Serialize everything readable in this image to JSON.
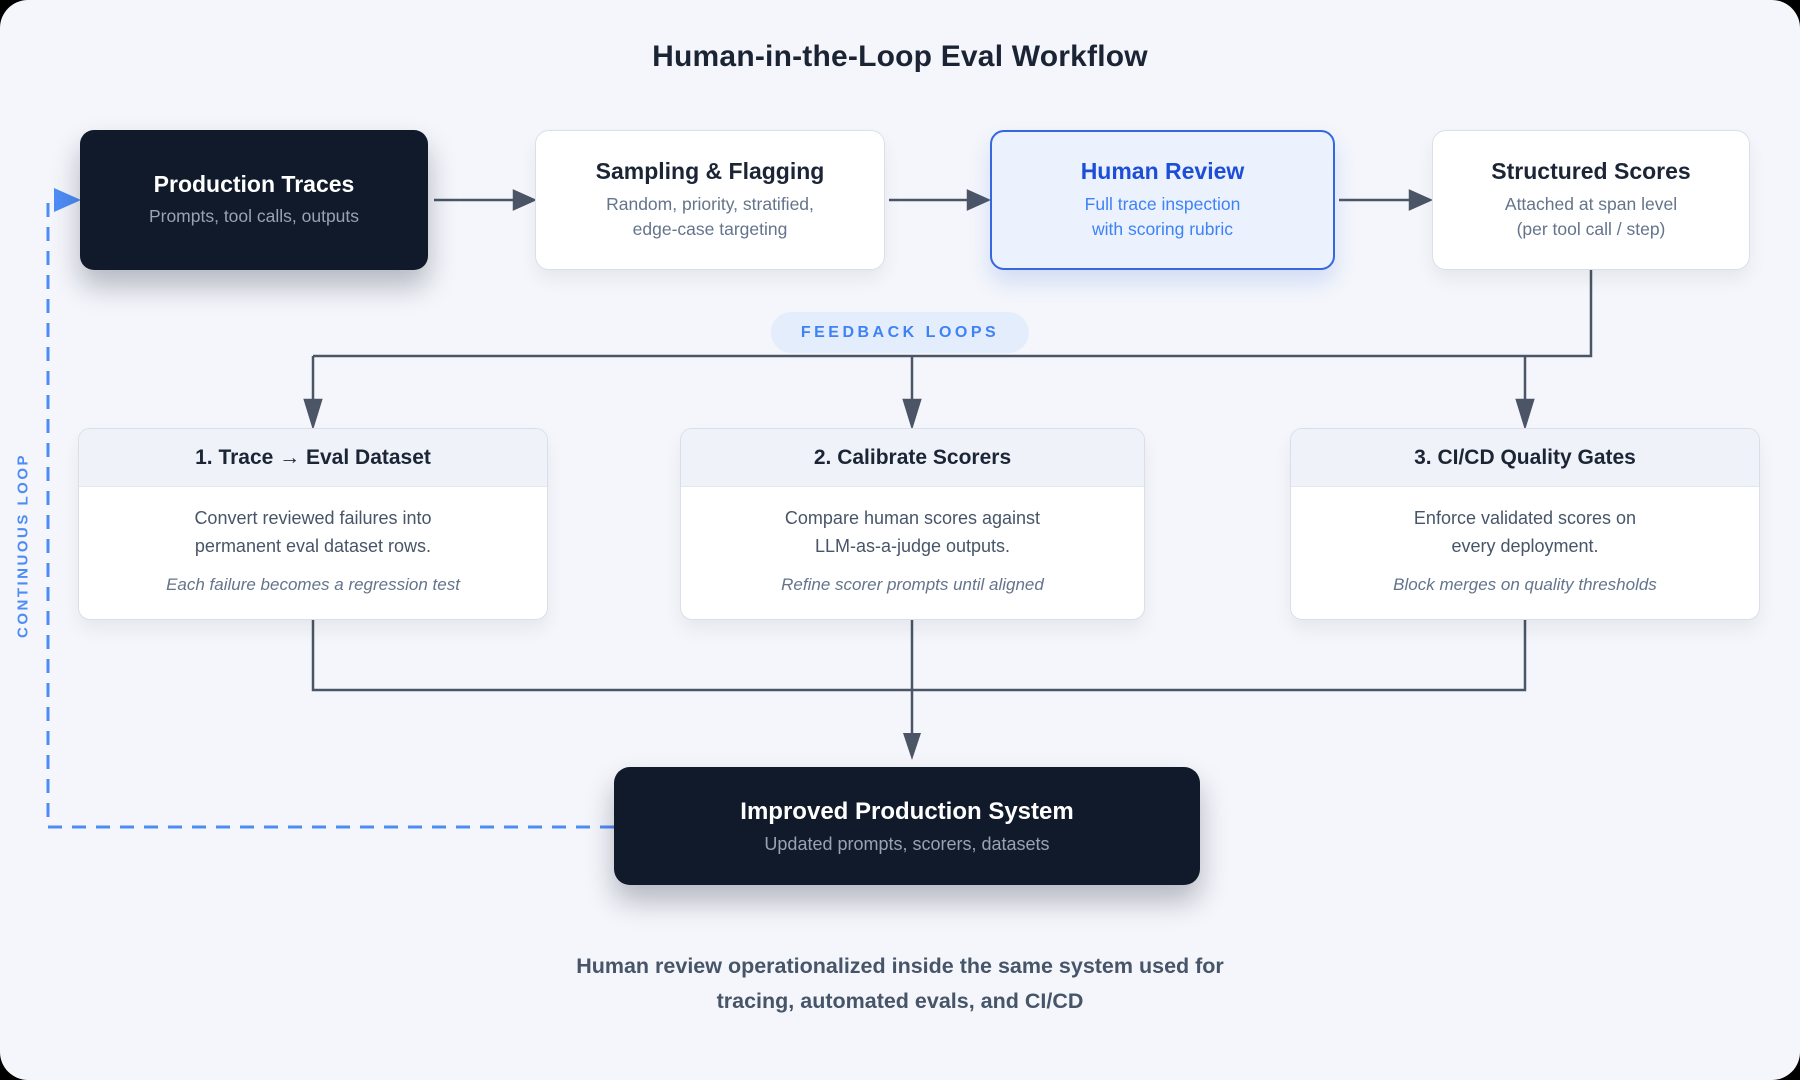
{
  "page": {
    "title": "Human-in-the-Loop Eval Workflow",
    "footer_line1": "Human review operationalized inside the same system used for",
    "footer_line2": "tracing, automated evals, and CI/CD"
  },
  "stages": [
    {
      "title": "Production Traces",
      "sub1": "Prompts, tool calls, outputs",
      "sub2": "",
      "variant": "dark"
    },
    {
      "title": "Sampling & Flagging",
      "sub1": "Random, priority, stratified,",
      "sub2": "edge-case targeting",
      "variant": "light"
    },
    {
      "title": "Human Review",
      "sub1": "Full trace inspection",
      "sub2": "with scoring rubric",
      "variant": "highlight"
    },
    {
      "title": "Structured Scores",
      "sub1": "Attached at span level",
      "sub2": "(per tool call / step)",
      "variant": "light"
    }
  ],
  "feedback": {
    "badge": "FEEDBACK LOOPS",
    "items": [
      {
        "title": "1. Trace → Eval Dataset",
        "body1": "Convert reviewed failures into",
        "body2": "permanent eval dataset rows.",
        "note": "Each failure becomes a regression test"
      },
      {
        "title": "2. Calibrate Scorers",
        "body1": "Compare human scores against",
        "body2": "LLM-as-a-judge outputs.",
        "note": "Refine scorer prompts until aligned"
      },
      {
        "title": "3. CI/CD Quality Gates",
        "body1": "Enforce validated scores on",
        "body2": "every deployment.",
        "note": "Block merges on quality thresholds"
      }
    ]
  },
  "result": {
    "title": "Improved Production System",
    "subtitle": "Updated prompts, scorers, datasets"
  },
  "loop_label": "CONTINUOUS LOOP",
  "colors": {
    "canvas_bg": "#F4F6FB",
    "dark_node_bg": "#111A2B",
    "connector": "#4B5566",
    "accent_blue": "#3E82F6",
    "highlight_border": "#3767DE",
    "highlight_title": "#1D4ED8",
    "loop_dash": "#4E8CF5",
    "badge_bg": "#E4EDFC"
  }
}
